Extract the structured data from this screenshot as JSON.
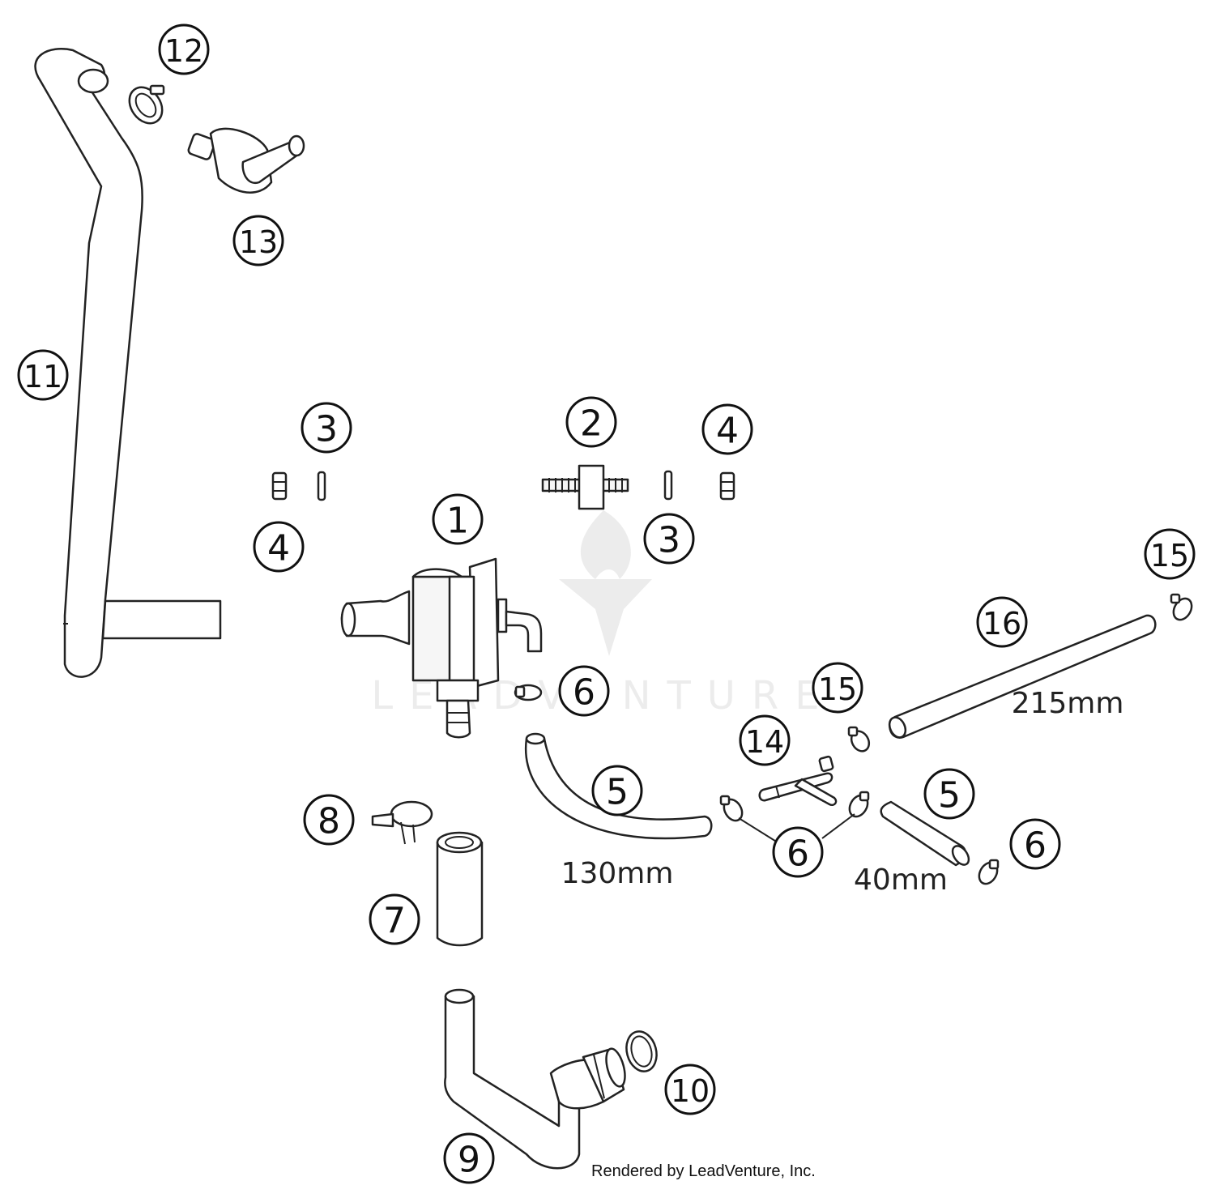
{
  "watermark": {
    "brand_text": "LEADVENTURE"
  },
  "callouts": [
    {
      "label": "1"
    },
    {
      "label": "2"
    },
    {
      "label": "3"
    },
    {
      "label": "3"
    },
    {
      "label": "4"
    },
    {
      "label": "4"
    },
    {
      "label": "5"
    },
    {
      "label": "5"
    },
    {
      "label": "6"
    },
    {
      "label": "6"
    },
    {
      "label": "6"
    },
    {
      "label": "7"
    },
    {
      "label": "8"
    },
    {
      "label": "9"
    },
    {
      "label": "10"
    },
    {
      "label": "11"
    },
    {
      "label": "12"
    },
    {
      "label": "13"
    },
    {
      "label": "14"
    },
    {
      "label": "15"
    },
    {
      "label": "15"
    },
    {
      "label": "16"
    }
  ],
  "dimensions": {
    "hose_130": "130mm",
    "hose_40": "40mm",
    "hose_215": "215mm"
  },
  "credit": "Rendered by LeadVenture, Inc."
}
